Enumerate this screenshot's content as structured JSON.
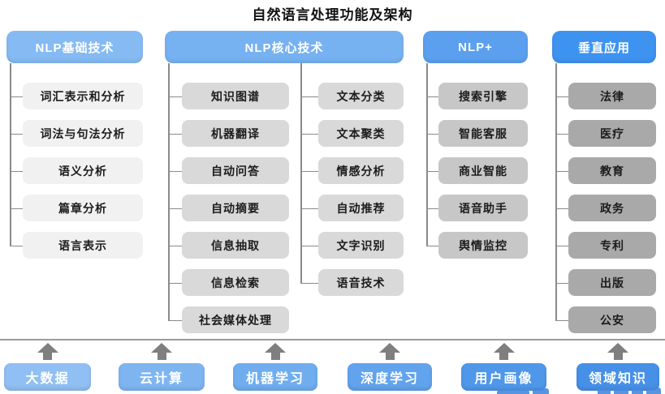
{
  "title": "自然语言处理功能及架构",
  "columns": [
    {
      "header": "NLP基础技术",
      "header_color": "#85baf3",
      "item_color": "#f1f1f1",
      "items": [
        "词汇表示和分析",
        "词法与句法分析",
        "语义分析",
        "篇章分析",
        "语言表示"
      ]
    },
    {
      "header": "NLP核心技术",
      "header_color": "#76b1f1",
      "item_color": "#d9d9d9",
      "items_left": [
        "知识图谱",
        "机器翻译",
        "自动问答",
        "自动摘要",
        "信息抽取",
        "信息检索",
        "社会媒体处理"
      ],
      "items_right": [
        "文本分类",
        "文本聚类",
        "情感分析",
        "自动推荐",
        "文字识别",
        "语音技术"
      ]
    },
    {
      "header": "NLP+",
      "header_color": "#5ba0ee",
      "item_color": "#c7c7c7",
      "items": [
        "搜索引擎",
        "智能客服",
        "商业智能",
        "语音助手",
        "舆情监控"
      ]
    },
    {
      "header": "垂直应用",
      "header_color": "#3e93f0",
      "item_color": "#a9a9a9",
      "items": [
        "法律",
        "医疗",
        "教育",
        "政务",
        "专利",
        "出版",
        "公安"
      ]
    }
  ],
  "foundation": [
    {
      "label": "大数据",
      "color": "#90bff3"
    },
    {
      "label": "云计算",
      "color": "#7eb5f1"
    },
    {
      "label": "机器学习",
      "color": "#70adef"
    },
    {
      "label": "深度学习",
      "color": "#61a3ec"
    },
    {
      "label": "用户画像",
      "color": "#4f97e9"
    },
    {
      "label": "领域知识",
      "color": "#4690e7"
    }
  ],
  "palette": {
    "connector": "#8a8a8a",
    "baseline": "#9b9b9b",
    "arrow": "#7f7f7f",
    "header_text": "#ffffff",
    "item_text": "#1c1c1c"
  }
}
